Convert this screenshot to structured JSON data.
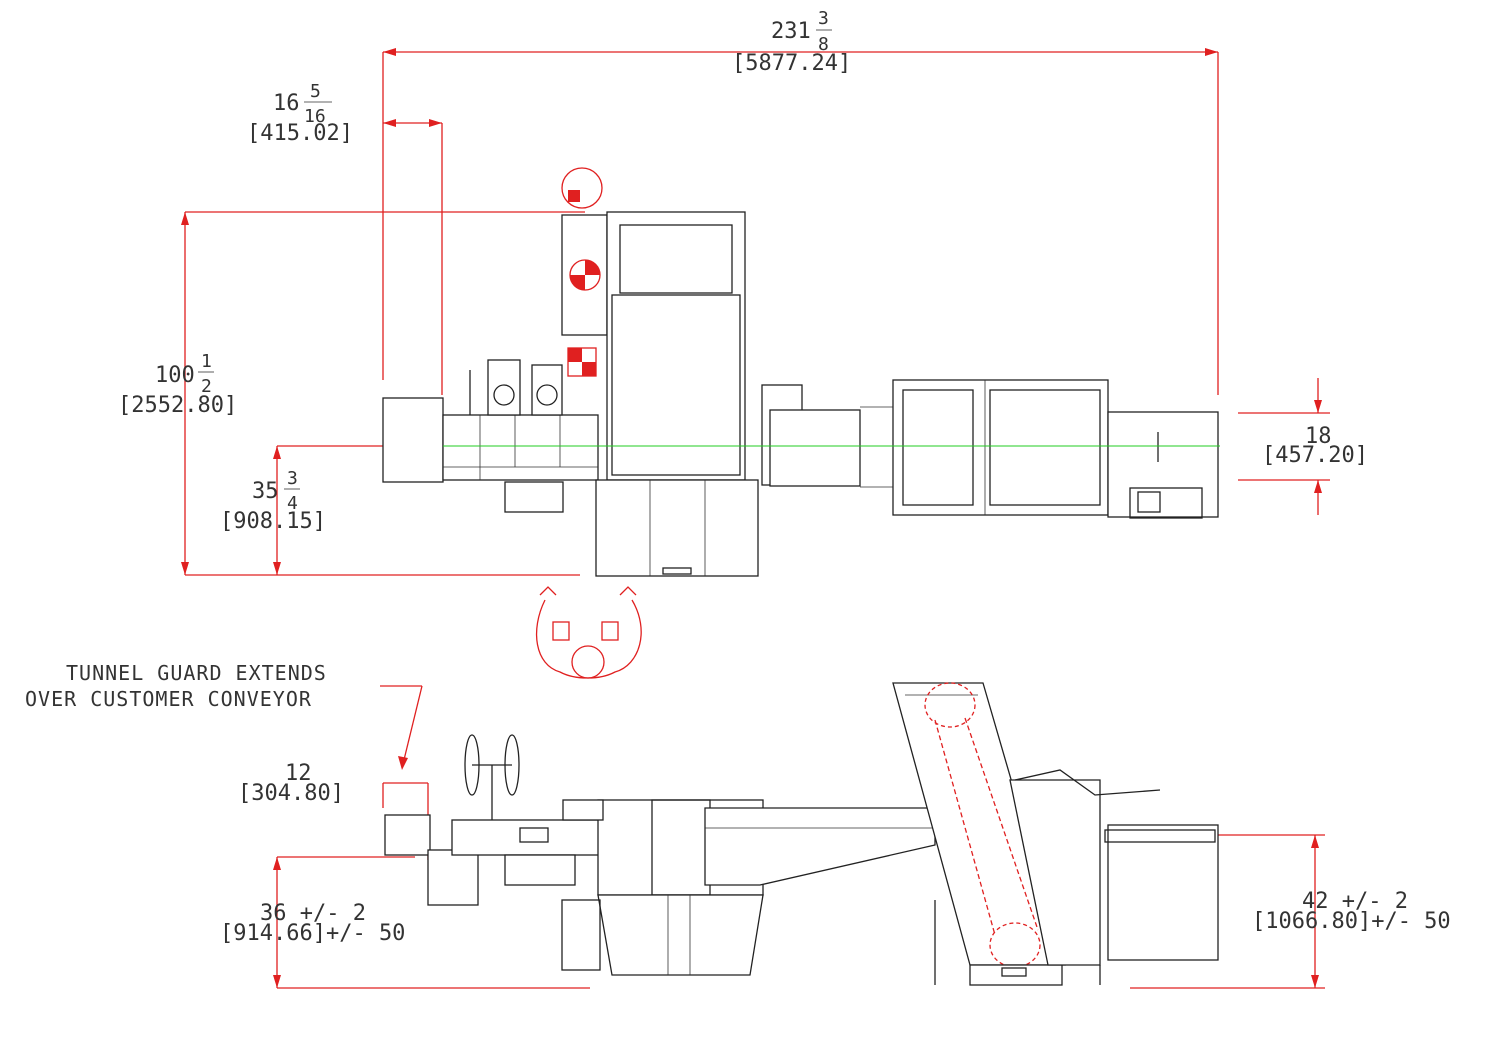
{
  "dimensions": {
    "overall_length": {
      "whole": "231",
      "num": "3",
      "den": "8",
      "metric": "[5877.24]"
    },
    "guard_offset": {
      "whole": "16",
      "num": "5",
      "den": "16",
      "metric": "[415.02]"
    },
    "overall_width": {
      "whole": "100",
      "num": "1",
      "den": "2",
      "metric": "[2552.80]"
    },
    "centerline_offset": {
      "whole": "35",
      "num": "3",
      "den": "4",
      "metric": "[908.15]"
    },
    "conveyor_width": {
      "whole": "18",
      "metric": "[457.20]"
    },
    "tunnel_extension": {
      "whole": "12",
      "metric": "[304.80]"
    },
    "infeed_height": {
      "main": "36 +/- 2",
      "metric": "[914.66]+/- 50"
    },
    "outfeed_height": {
      "main": "42 +/- 2",
      "metric": "[1066.80]+/- 50"
    }
  },
  "notes": {
    "line1": "TUNNEL GUARD EXTENDS",
    "line2": "OVER CUSTOMER CONVEYOR"
  },
  "colors": {
    "dimension": "#e02020",
    "centerline": "#22cc22",
    "outline": "#222222"
  }
}
